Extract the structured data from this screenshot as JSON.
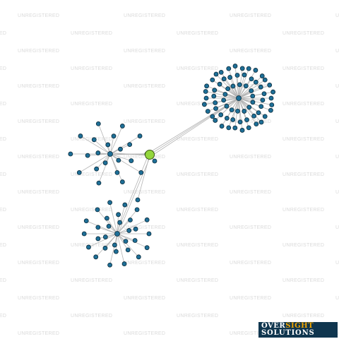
{
  "watermark_text": "UNREGISTERED",
  "logo": {
    "brand_part1": "OVER",
    "brand_part2": "SIGHT",
    "brand_part3": "SOLUTIONS"
  },
  "colors": {
    "background": "#ffffff",
    "edge": "#b4b4b4",
    "node_fill": "#1e6f97",
    "hub_fill": "#93d63c",
    "logo_bg": "#10364f",
    "logo_accent": "#f0a500"
  },
  "graph": {
    "clusters": [
      {
        "id": "central-hub",
        "node_role": "focus-entity",
        "leaf_count": 0
      },
      {
        "id": "cluster-top-right",
        "node_role": "hub",
        "leaf_count": 66
      },
      {
        "id": "cluster-left",
        "node_role": "hub",
        "leaf_count": 22
      },
      {
        "id": "cluster-bottom-left",
        "node_role": "hub",
        "leaf_count": 30
      }
    ]
  }
}
